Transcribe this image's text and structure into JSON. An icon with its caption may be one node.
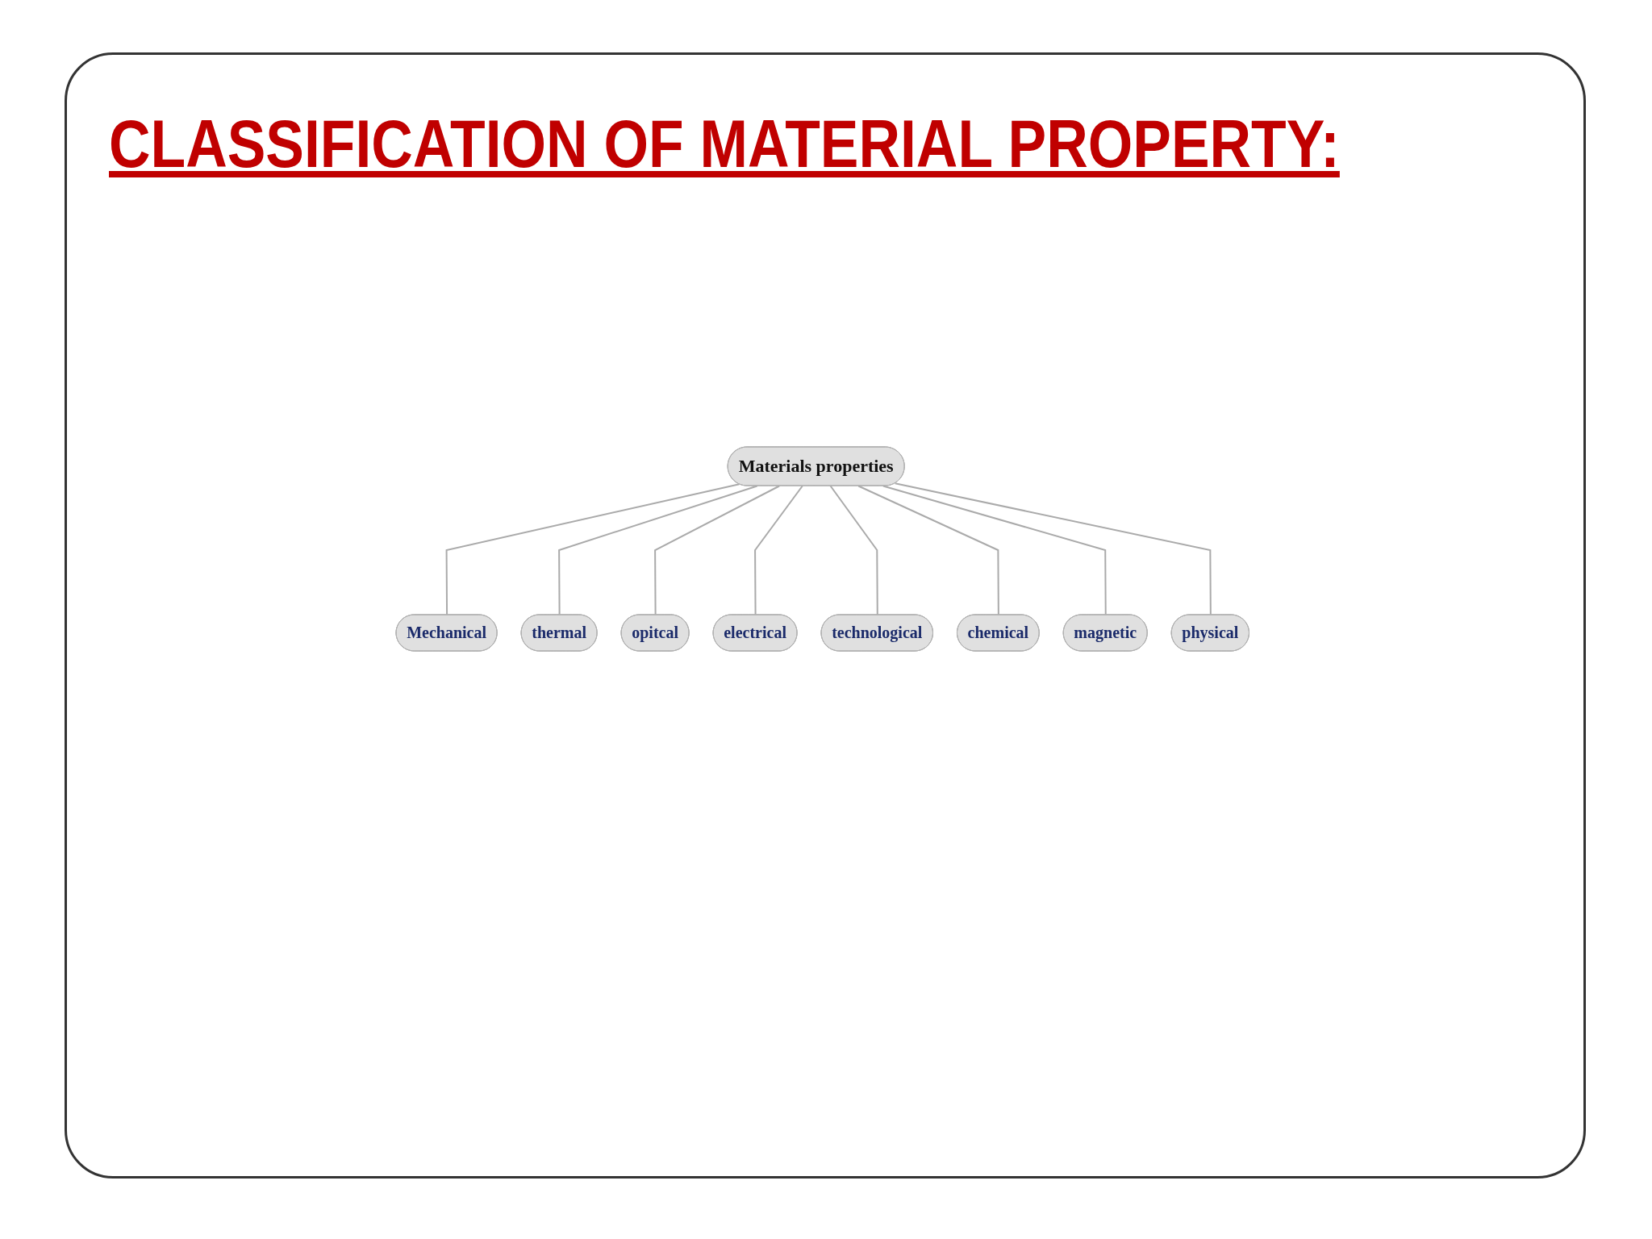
{
  "diagram": {
    "title": "CLASSIFICATION OF MATERIAL PROPERTY:",
    "nodes": [
      {
        "text": [
          "Materials properties"
        ]
      },
      {
        "text": [
          "Mechanical"
        ]
      },
      {
        "text": [
          "thermal"
        ]
      },
      {
        "text": [
          "opitcal"
        ]
      },
      {
        "text": [
          "electrical"
        ]
      },
      {
        "text": [
          "technological"
        ]
      },
      {
        "text": [
          "chemical"
        ]
      },
      {
        "text": [
          "magnetic"
        ]
      },
      {
        "text": [
          "physical"
        ]
      }
    ],
    "edges": [
      {
        "from": 0,
        "to": 1,
        "arrow": "none"
      },
      {
        "from": 0,
        "to": 2,
        "arrow": "none"
      },
      {
        "from": 0,
        "to": 3,
        "arrow": "none"
      },
      {
        "from": 0,
        "to": 4,
        "arrow": "none"
      },
      {
        "from": 0,
        "to": 5,
        "arrow": "none"
      },
      {
        "from": 0,
        "to": 6,
        "arrow": "none"
      },
      {
        "from": 0,
        "to": 7,
        "arrow": "none"
      },
      {
        "from": 0,
        "to": 8,
        "arrow": "none"
      }
    ]
  }
}
